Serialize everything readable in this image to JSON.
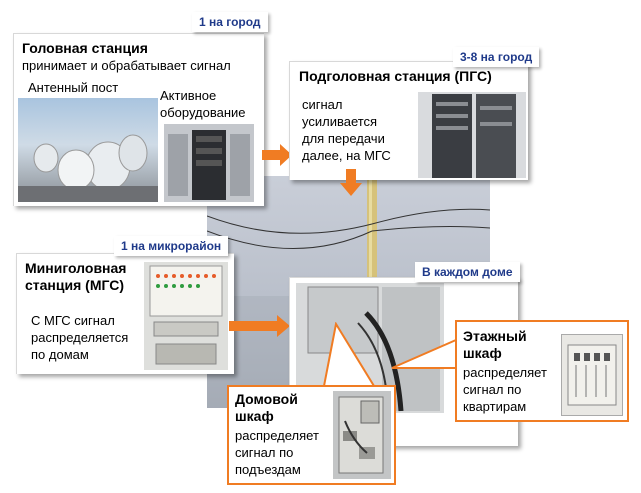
{
  "head_station": {
    "tag": "1 на город",
    "title": "Головная станция",
    "subtitle": "принимает и обрабатывает сигнал",
    "antenna_label": "Антенный пост",
    "equipment_label": "Активное оборудование"
  },
  "sub_station": {
    "tag": "3-8 на город",
    "title": "Подголовная станция (ПГС)",
    "description": "сигнал усиливается для передачи далее, на МГС"
  },
  "mini_station": {
    "tag": "1 на микрорайон",
    "title": "Миниголовная станция (МГС)",
    "description": "С МГС сигнал распределяется по домам"
  },
  "house": {
    "tag": "В каждом доме"
  },
  "floor_cabinet": {
    "title": "Этажный шкаф",
    "description": "распределяет сигнал по квартирам"
  },
  "house_cabinet": {
    "title": "Домовой шкаф",
    "description": "распределяет сигнал по подъездам"
  },
  "colors": {
    "accent_arrow": "#f07c23",
    "tag_text": "#1f3a8a"
  }
}
